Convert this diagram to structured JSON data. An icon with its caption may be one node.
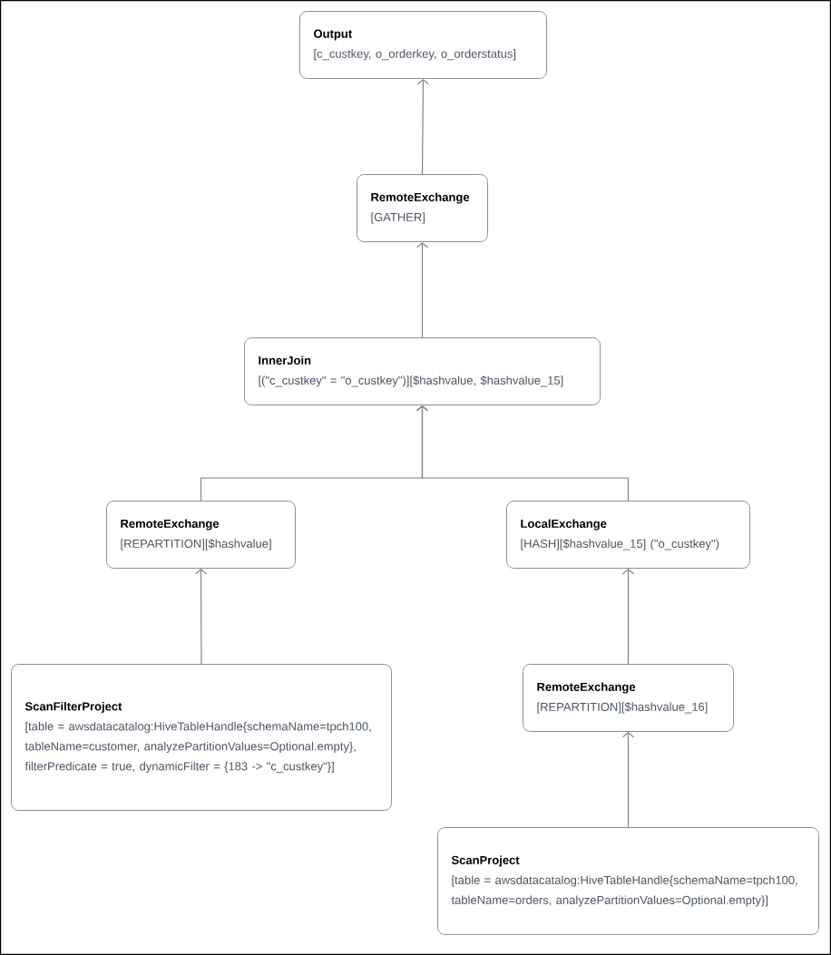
{
  "diagram": {
    "nodes": [
      {
        "text": [
          "Output",
          "[c_custkey, o_orderkey, o_orderstatus]"
        ]
      },
      {
        "text": [
          "RemoteExchange",
          "[GATHER]"
        ]
      },
      {
        "text": [
          "InnerJoin",
          "[(\"c_custkey\" = \"o_custkey\")][$hashvalue, $hashvalue_15]"
        ]
      },
      {
        "text": [
          "RemoteExchange",
          "[REPARTITION][$hashvalue]"
        ]
      },
      {
        "text": [
          "LocalExchange",
          "[HASH][$hashvalue_15] (\"o_custkey\")"
        ]
      },
      {
        "text": [
          "ScanFilterProject",
          "[table = awsdatacatalog:HiveTableHandle{schemaName=tpch100, tableName=customer, analyzePartitionValues=Optional.empty}, filterPredicate = true, dynamicFilter = {183 -> \"c_custkey\"}]"
        ]
      },
      {
        "text": [
          "RemoteExchange",
          "[REPARTITION][$hashvalue_16]"
        ]
      },
      {
        "text": [
          "ScanProject",
          "[table = awsdatacatalog:HiveTableHandle{schemaName=tpch100, tableName=orders, analyzePartitionValues=Optional.empty}]"
        ]
      }
    ],
    "edges": [
      {
        "from": 1,
        "to": 0,
        "arrow": "to"
      },
      {
        "from": 2,
        "to": 1,
        "arrow": "to"
      },
      {
        "from": 3,
        "to": 2,
        "arrow": "to"
      },
      {
        "from": 4,
        "to": 2,
        "arrow": "to"
      },
      {
        "from": 5,
        "to": 3,
        "arrow": "to"
      },
      {
        "from": 6,
        "to": 4,
        "arrow": "to"
      },
      {
        "from": 7,
        "to": 6,
        "arrow": "to"
      }
    ]
  }
}
